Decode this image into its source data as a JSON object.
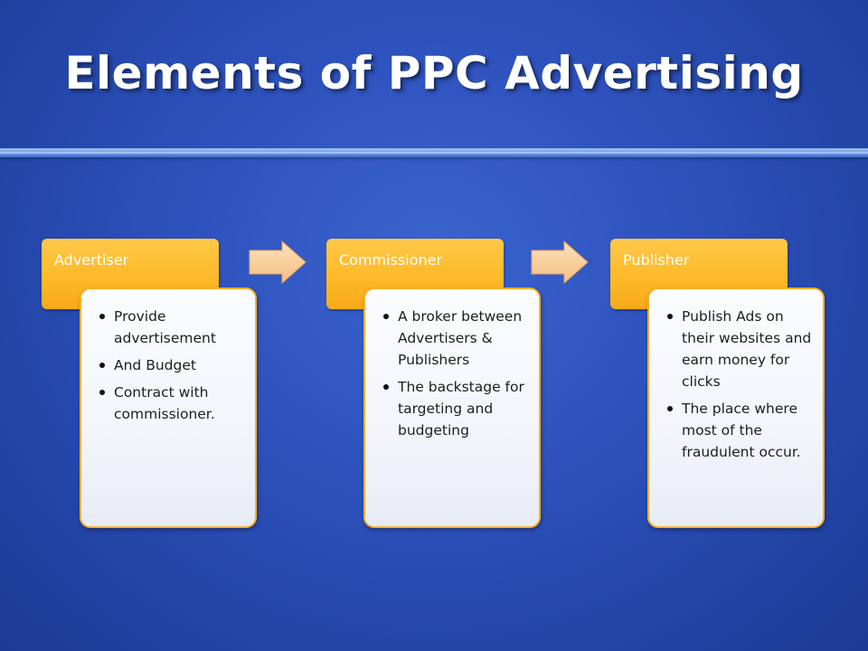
{
  "slide": {
    "title": "Elements of PPC Advertising"
  },
  "stages": [
    {
      "header": "Advertiser",
      "items": [
        "Provide advertisement",
        "And Budget",
        "Contract with commissioner."
      ]
    },
    {
      "header": "Commissioner",
      "items": [
        "A broker between Advertisers & Publishers",
        "The backstage for targeting and budgeting"
      ]
    },
    {
      "header": "Publisher",
      "items": [
        "Publish Ads on their websites and earn money for clicks",
        "The place where most of the fraudulent occur."
      ]
    }
  ],
  "colors": {
    "background": "#2e52bd",
    "header_fill": "#fdb826",
    "body_border": "#f7b12a",
    "arrow_fill": "#fbd3a0",
    "title_text": "#ffffff"
  },
  "icons": {
    "arrows": [
      "right-arrow-icon",
      "right-arrow-icon"
    ]
  }
}
